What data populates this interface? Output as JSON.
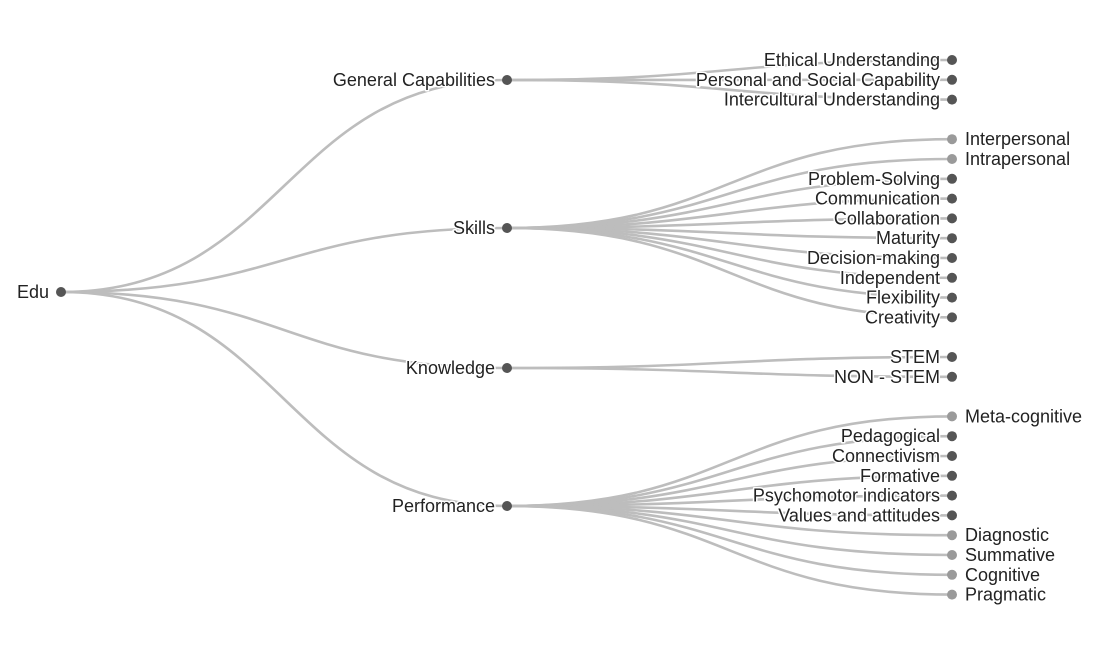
{
  "tree": {
    "root": {
      "label": "Edu",
      "children": [
        {
          "label": "General Capabilities",
          "children": [
            {
              "label": "Ethical Understanding"
            },
            {
              "label": "Personal and Social Capability"
            },
            {
              "label": "Intercultural Understanding"
            }
          ]
        },
        {
          "label": "Skills",
          "children": [
            {
              "label": "Interpersonal"
            },
            {
              "label": "Intrapersonal"
            },
            {
              "label": "Problem-Solving"
            },
            {
              "label": "Communication"
            },
            {
              "label": "Collaboration"
            },
            {
              "label": "Maturity"
            },
            {
              "label": "Decision-making"
            },
            {
              "label": "Independent"
            },
            {
              "label": "Flexibility"
            },
            {
              "label": "Creativity"
            }
          ]
        },
        {
          "label": "Knowledge",
          "children": [
            {
              "label": "STEM"
            },
            {
              "label": "NON - STEM"
            }
          ]
        },
        {
          "label": "Performance",
          "children": [
            {
              "label": "Meta-cognitive"
            },
            {
              "label": "Pedagogical"
            },
            {
              "label": "Connectivism"
            },
            {
              "label": "Formative"
            },
            {
              "label": "Psychomotor indicators"
            },
            {
              "label": "Values and attitudes"
            },
            {
              "label": "Diagnostic"
            },
            {
              "label": "Summative"
            },
            {
              "label": "Cognitive"
            },
            {
              "label": "Pragmatic"
            }
          ]
        }
      ]
    }
  }
}
